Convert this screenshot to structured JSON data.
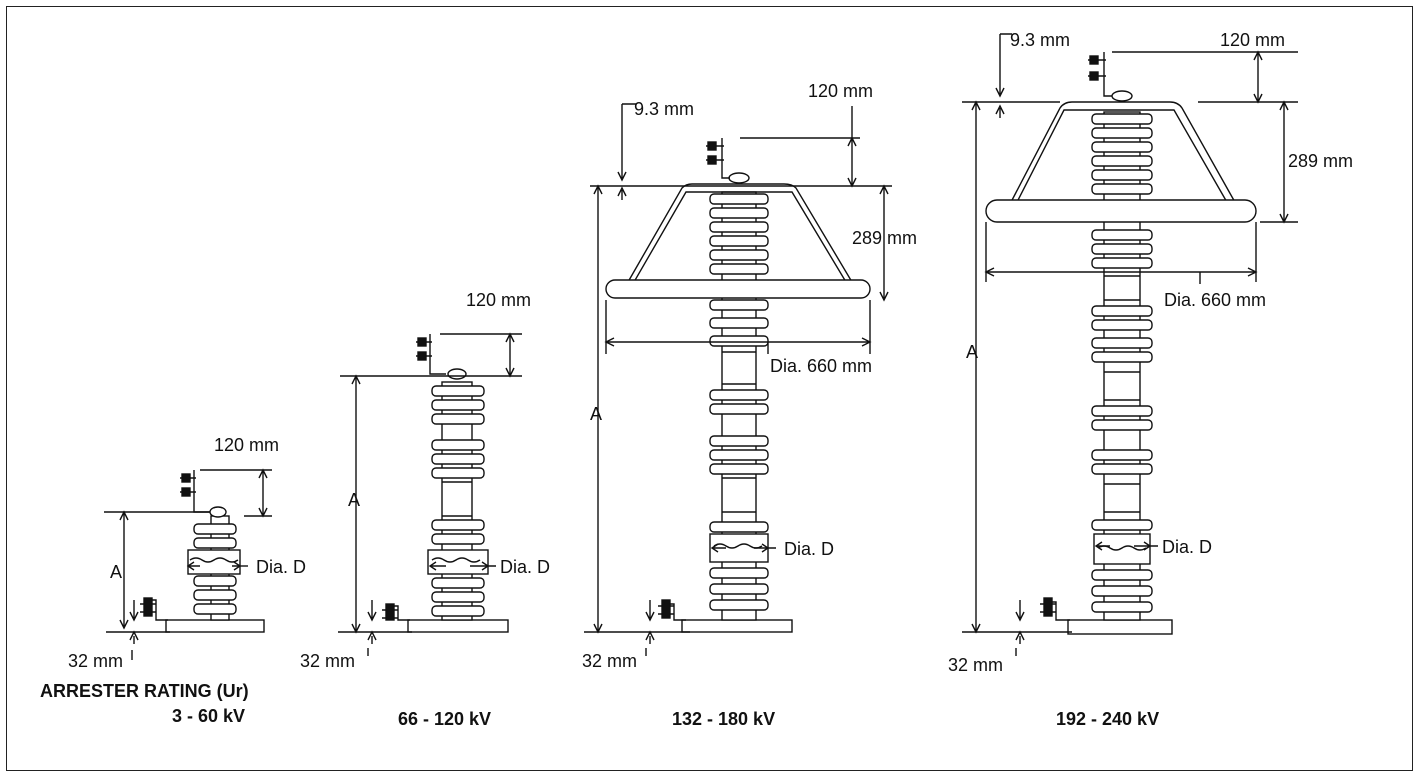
{
  "heading": "ARRESTER RATING (Ur)",
  "dims": {
    "ring_dia": "Dia. 660 mm",
    "ring_height": "289 mm",
    "top": "120 mm",
    "offset": "9.3 mm",
    "base": "32 mm",
    "height": "A",
    "dia": "Dia. D"
  },
  "ratings": [
    "3 - 60 kV",
    "66 - 120 kV",
    "132 - 180 kV",
    "192 - 240 kV"
  ]
}
